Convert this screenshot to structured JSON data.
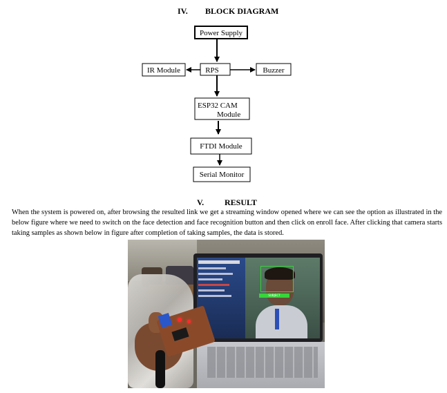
{
  "section4": {
    "numeral": "IV.",
    "title": "BLOCK DIAGRAM"
  },
  "diagram": {
    "power_supply": "Power Supply",
    "rps": "RPS",
    "ir_module": "IR Module",
    "buzzer": "Buzzer",
    "esp32_line1": "ESP32 CAM",
    "esp32_line2": "Module",
    "ftdi": "FTDI Module",
    "serial_monitor": "Serial Monitor"
  },
  "section5": {
    "numeral": "V.",
    "title": "RESULT",
    "body": "When the system is powered on, after browsing the resulted link we get a streaming window opened where we can see the option as illustrated in the below figure where we need to switch on the face detection and face recognition button and then click on enroll face. After clicking that camera starts taking samples as shown below in figure after completion of taking samples, the data is stored."
  },
  "photo": {
    "label": "SUBJECT"
  }
}
